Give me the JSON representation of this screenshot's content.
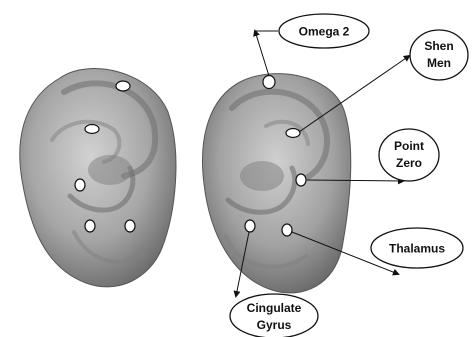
{
  "diagram": {
    "labels": {
      "omega2": "Omega 2",
      "shen_men": [
        "Shen",
        "Men"
      ],
      "point_zero": [
        "Point",
        "Zero"
      ],
      "thalamus": "Thalamus",
      "cingulate_gyrus": [
        "Cingulate",
        "Gyrus"
      ]
    },
    "colors": {
      "marker_fill": "#ffffff",
      "marker_stroke": "#111111",
      "leader_line": "#111111",
      "ear_shade": "#7a7a7a"
    }
  }
}
